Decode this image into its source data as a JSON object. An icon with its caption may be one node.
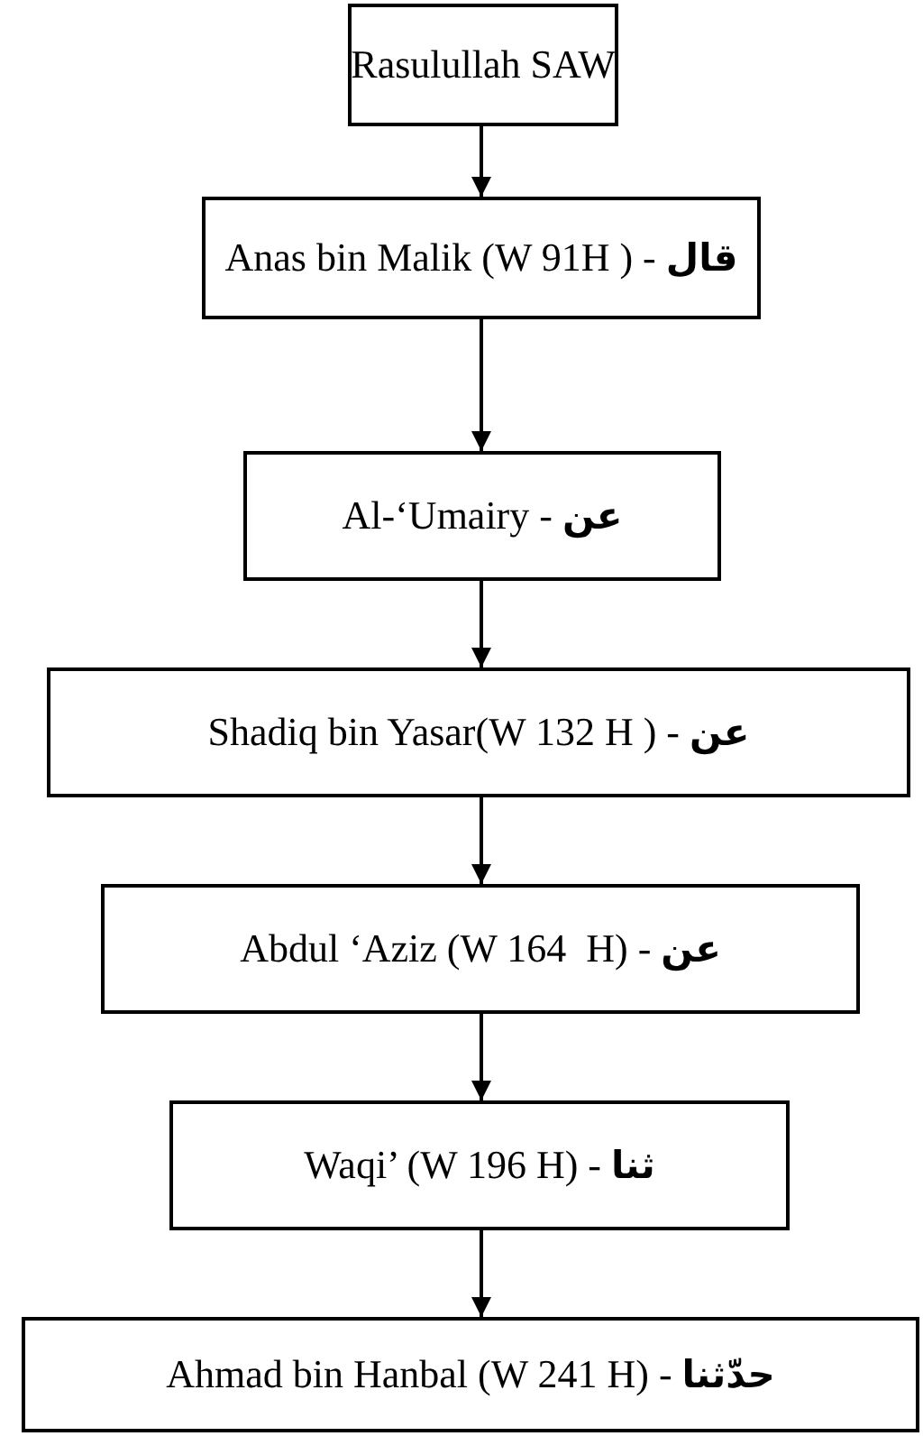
{
  "diagram": {
    "nodes": [
      {
        "text": [
          "Rasulullah SAW"
        ]
      },
      {
        "text": [
          "Anas bin Malik (W 91H ) - **قال**"
        ]
      },
      {
        "text": [
          "Al-‘Umairy - **عن**"
        ]
      },
      {
        "text": [
          "Shadiq bin Yasar(W 132 H ) - **عن**"
        ]
      },
      {
        "text": [
          "Abdul ‘Aziz (W 164  H) - **عن**"
        ]
      },
      {
        "text": [
          "Waqi’ (W 196 H) - **ثنا**"
        ]
      },
      {
        "text": [
          "Ahmad bin Hanbal (W 241 H) - **حدّثنا**"
        ]
      }
    ],
    "edges": [
      {
        "from": 0,
        "to": 1,
        "arrow": "to"
      },
      {
        "from": 1,
        "to": 2,
        "arrow": "to"
      },
      {
        "from": 2,
        "to": 3,
        "arrow": "to"
      },
      {
        "from": 3,
        "to": 4,
        "arrow": "to"
      },
      {
        "from": 4,
        "to": 5,
        "arrow": "to"
      },
      {
        "from": 5,
        "to": 6,
        "arrow": "to"
      }
    ]
  }
}
